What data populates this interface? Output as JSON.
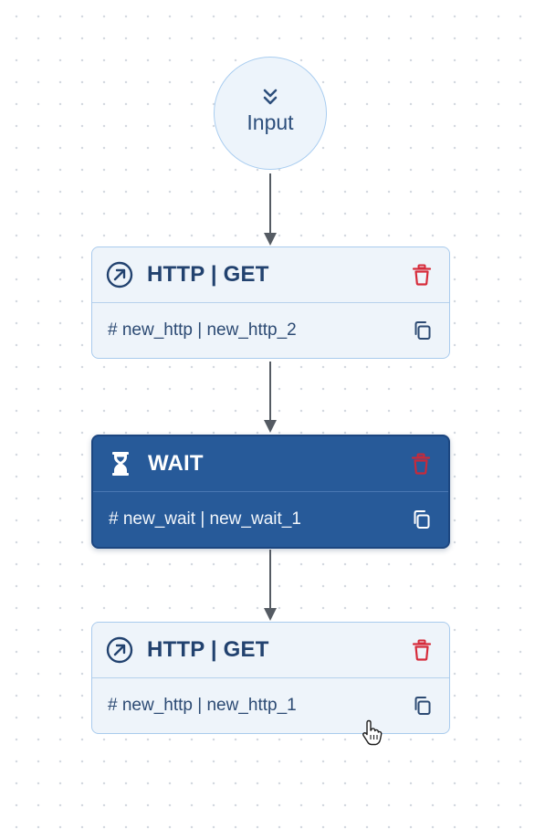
{
  "input_node": {
    "label": "Input",
    "icon": "double-chevron-down-icon"
  },
  "nodes": [
    {
      "id": "http-get-1",
      "title": "HTTP | GET",
      "identifier": "# new_http | new_http_2",
      "type_icon": "arrow-up-right-circle-icon",
      "selected": false
    },
    {
      "id": "wait",
      "title": "WAIT",
      "identifier": "# new_wait | new_wait_1",
      "type_icon": "hourglass-icon",
      "selected": true
    },
    {
      "id": "http-get-2",
      "title": "HTTP | GET",
      "identifier": "# new_http | new_http_1",
      "type_icon": "arrow-up-right-circle-icon",
      "selected": false
    }
  ],
  "colors": {
    "accent": "#275a99",
    "node_bg": "#eef4fa",
    "node_border": "#a9cbed",
    "text_primary": "#22426f",
    "delete_red": "#d62b3a",
    "connector": "#555b63"
  }
}
